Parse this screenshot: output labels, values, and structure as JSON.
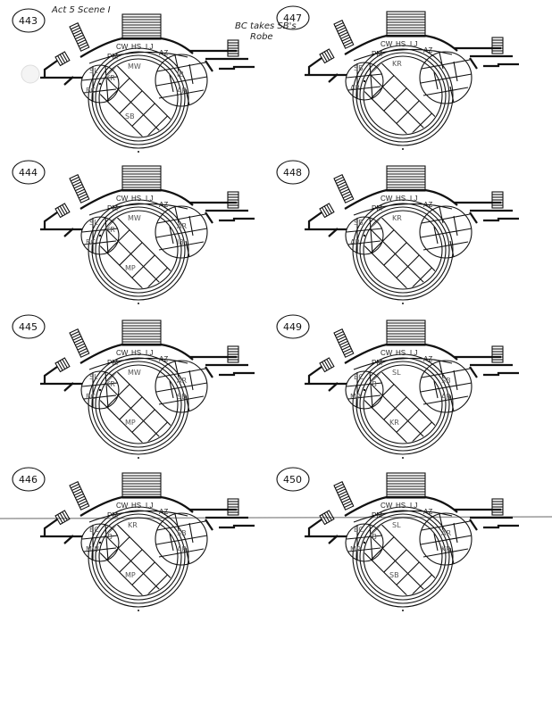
{
  "header": {
    "scene_note": "Act 5 Scene I",
    "cue_note_line1": "BC takes SB's",
    "cue_note_line2": "Robe"
  },
  "printed_labels": {
    "cw": "CW",
    "hs": "HS",
    "lj": "LJ",
    "pm": "PM",
    "az": "AZ"
  },
  "panels": [
    {
      "number": "443",
      "marks": [
        "MW",
        "SL",
        "BC",
        "KR",
        "SB",
        "IB",
        "AR"
      ]
    },
    {
      "number": "447",
      "marks": [
        "KR",
        "SB",
        "AR"
      ]
    },
    {
      "number": "444",
      "marks": [
        "MW",
        "SL",
        "BC",
        "KR",
        "MP",
        "AR",
        "IB"
      ]
    },
    {
      "number": "448",
      "marks": [
        "KR",
        "SB",
        "AR"
      ]
    },
    {
      "number": "445",
      "marks": [
        "MW",
        "SL",
        "BC",
        "KR",
        "MP",
        "AR",
        "SB"
      ]
    },
    {
      "number": "449",
      "marks": [
        "SL",
        "BC",
        "MP",
        "IB",
        "KR",
        "SB",
        "AR"
      ]
    },
    {
      "number": "446",
      "marks": [
        "KR",
        "BC",
        "MW",
        "IB",
        "MP",
        "SB",
        "AR"
      ]
    },
    {
      "number": "450",
      "marks": [
        "SL",
        "BC",
        "MP",
        "IB",
        "SB",
        "AR",
        "KR"
      ]
    }
  ]
}
